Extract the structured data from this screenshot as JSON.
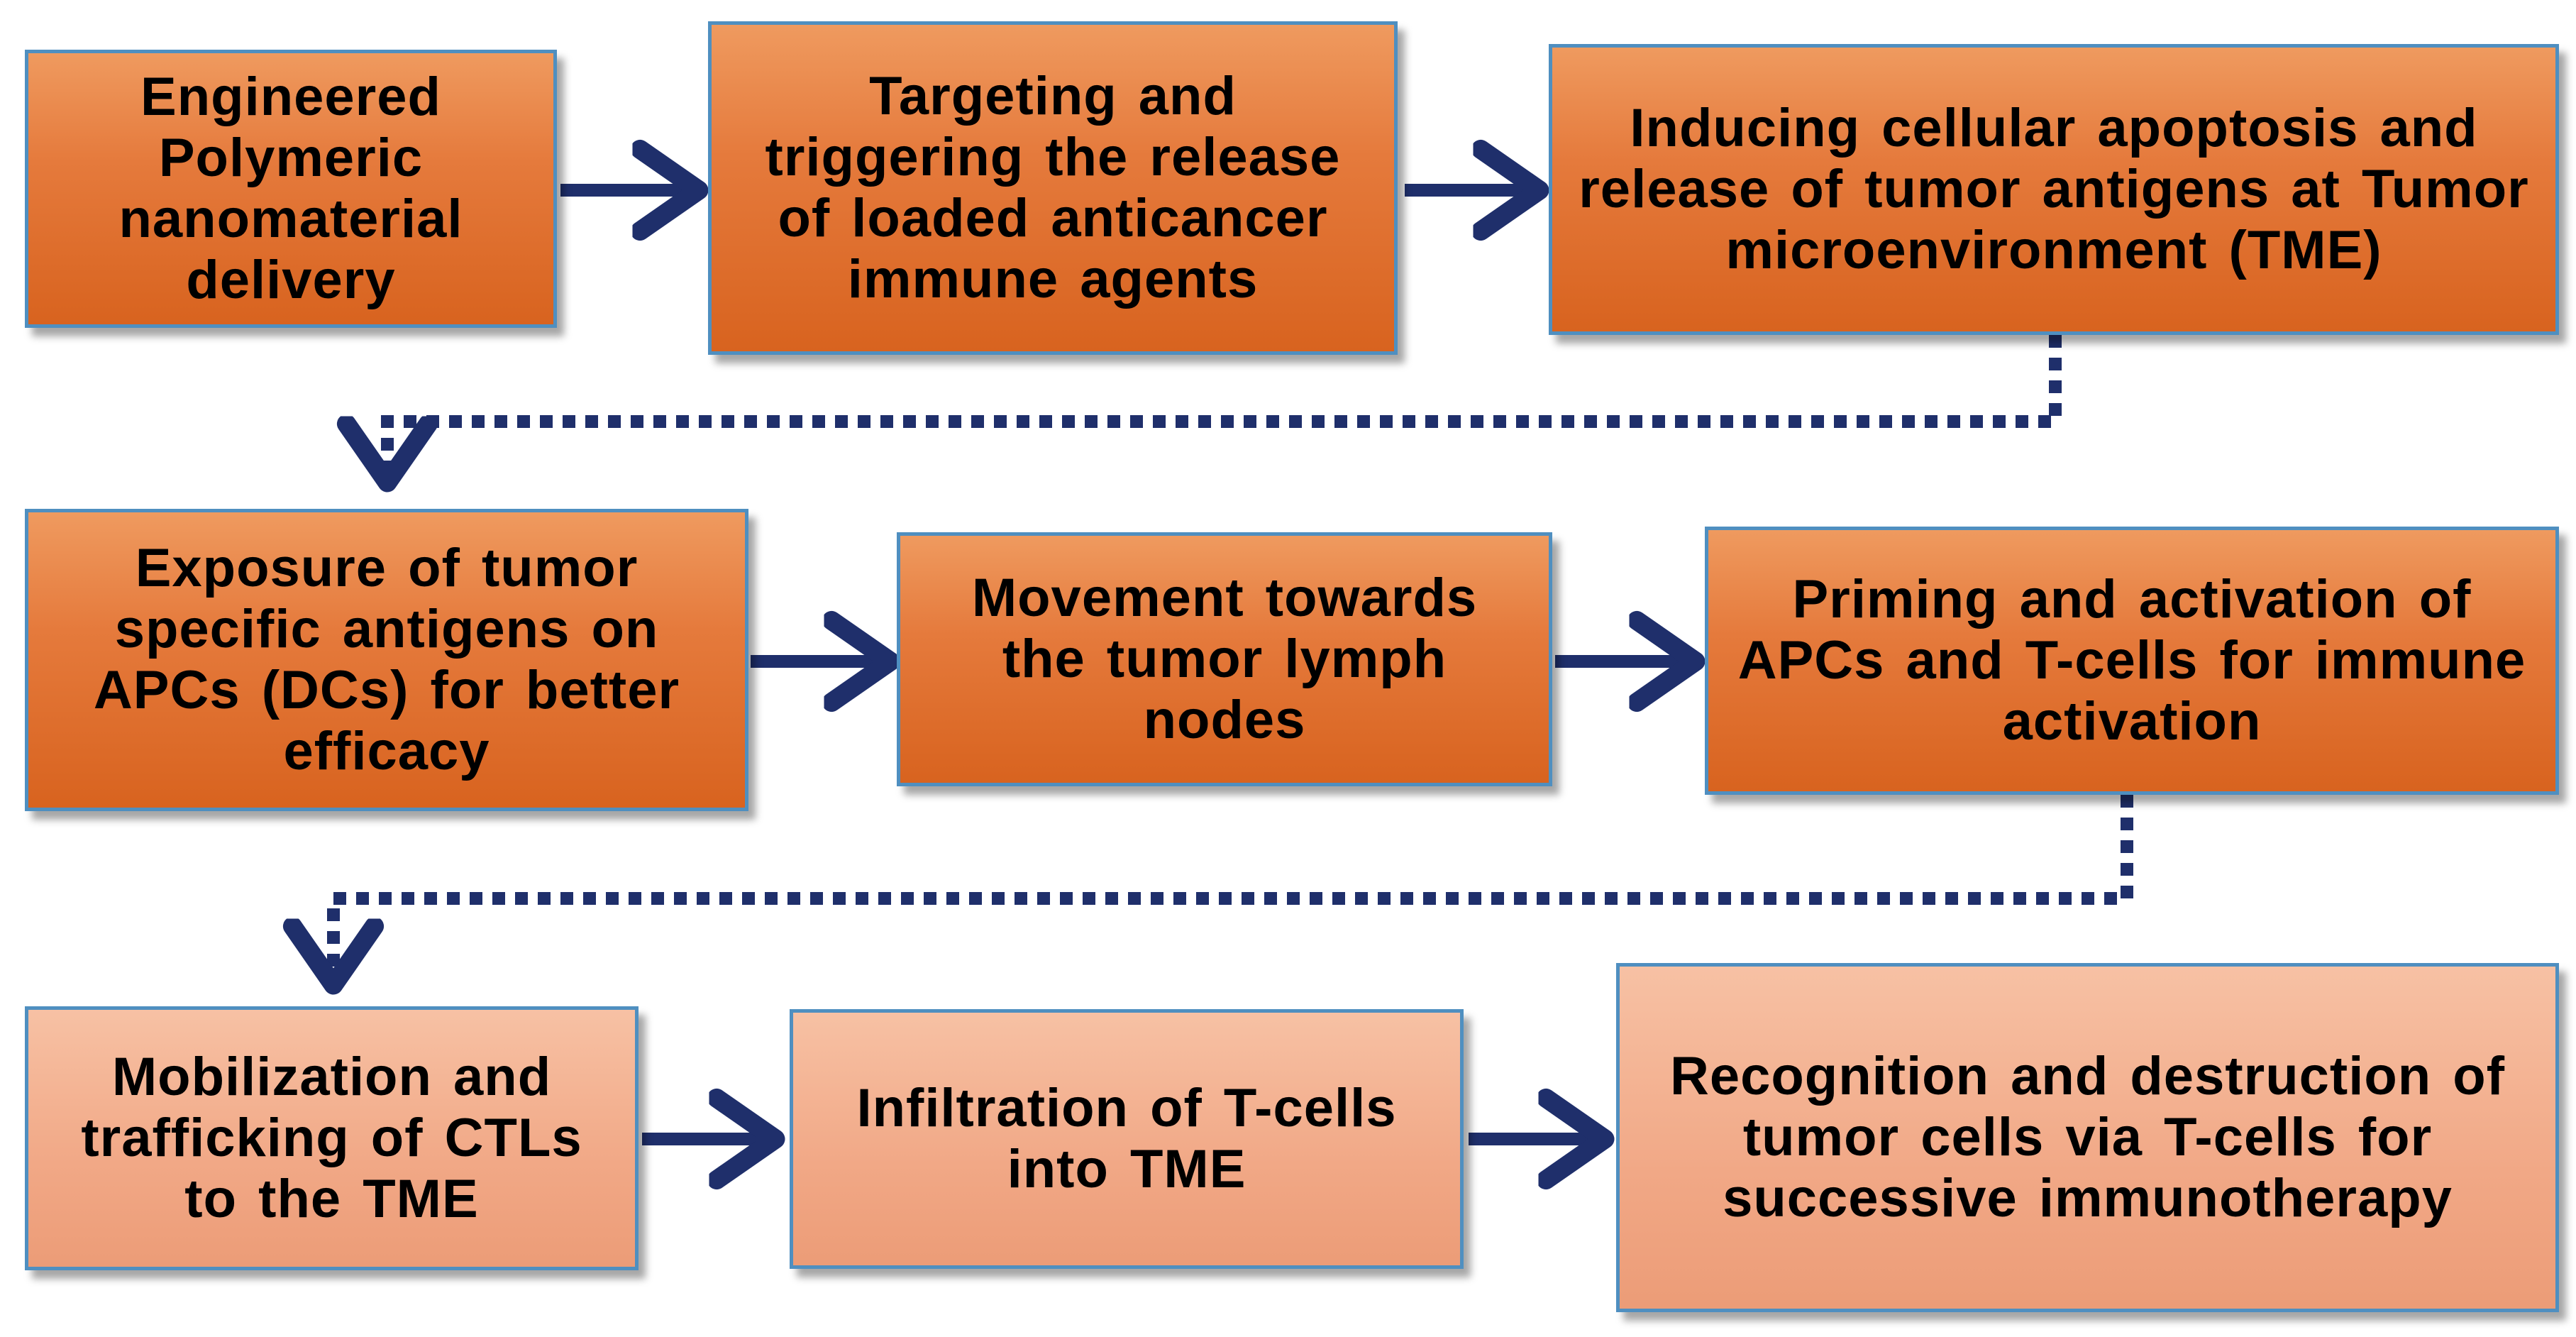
{
  "colors": {
    "box_fill_dark": "#e2702f",
    "box_fill_light": "#f3b093",
    "box_border": "#4f8fc0",
    "arrow": "#1f2f6b",
    "text": "#000000"
  },
  "rows": [
    {
      "steps": [
        {
          "id": "step-1",
          "text": "Engineered Polymeric nanomaterial delivery"
        },
        {
          "id": "step-2",
          "text": "Targeting and triggering the release of loaded anticancer immune agents"
        },
        {
          "id": "step-3",
          "text": "Inducing cellular apoptosis and release of tumor antigens at Tumor microenvironment (TME)"
        }
      ]
    },
    {
      "steps": [
        {
          "id": "step-4",
          "text": "Exposure of tumor specific antigens on APCs (DCs) for better efficacy"
        },
        {
          "id": "step-5",
          "text": "Movement towards the tumor lymph nodes"
        },
        {
          "id": "step-6",
          "text": "Priming and activation of APCs and T-cells for immune activation"
        }
      ]
    },
    {
      "steps": [
        {
          "id": "step-7",
          "text": "Mobilization and trafficking of CTLs to the TME"
        },
        {
          "id": "step-8",
          "text": "Infiltration of T-cells into TME"
        },
        {
          "id": "step-9",
          "text": "Recognition and destruction of tumor cells via T-cells for successive immunotherapy"
        }
      ]
    }
  ]
}
